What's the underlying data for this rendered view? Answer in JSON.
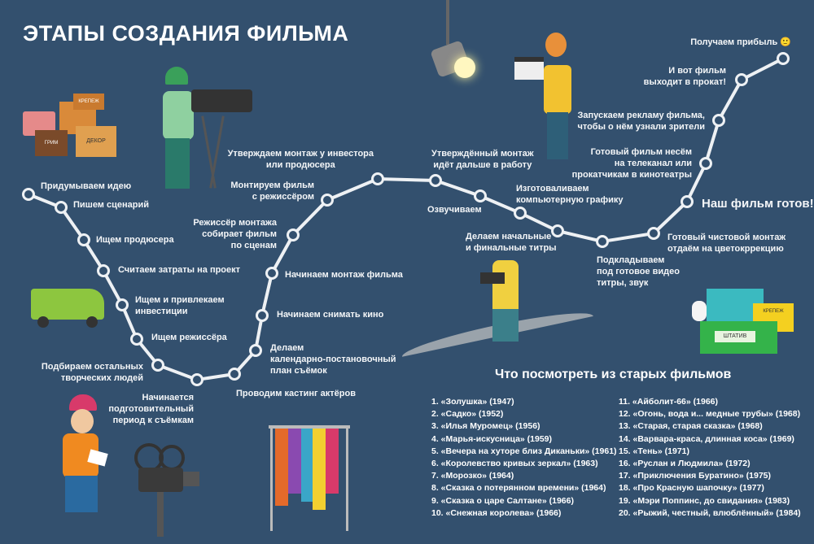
{
  "title": "ЭТАПЫ СОЗДАНИЯ ФИЛЬМА",
  "steps": [
    "Придумываем идею",
    "Пишем сценарий",
    "Ищем продюсера",
    "Считаем затраты на проект",
    "Ищем и привлекаем\nинвестиции",
    "Ищем режиссёра",
    "Подбираем остальных\nтворческих людей",
    "Начинается\nподготовительный\nпериод к съёмкам",
    "Проводим кастинг актёров",
    "Делаем\nкалендарно-постановочный\nплан съёмок",
    "Начинаем снимать кино",
    "Начинаем монтаж фильма",
    "Режиссёр монтажа\nсобирает фильм\nпо сценам",
    "Монтируем фильм\nс режиссёром",
    "Утверждаем монтаж у инвестора\nили продюсера",
    "Утверждённый монтаж\nидёт дальше в работу",
    "Озвучиваем",
    "Делаем  начальные\nи финальные титры",
    "Изготоваливаем\nкомпьютерную графику",
    "Подкладываем\nпод готовое видео\nтитры, звук",
    "Готовый чистовой монтаж\nотдаём на цветокррекцию",
    "Наш фильм готов!",
    "Готовый фильм несём\nна телеканал или\nпрокатчикам в кинотеатры",
    "Запускаем рекламу фильма,\nчтобы о нём  узнали зрители",
    "И вот фильм\nвыходит в прокат!",
    "Получаем прибыль 🙂"
  ],
  "illustration_text": {
    "box1": "КРЕПЕЖ",
    "box2": "ДЕКОР",
    "box3": "ГРИМ",
    "box_green": "ШТАТИВ",
    "box_yellow": "КРЕПЕЖ"
  },
  "films": {
    "title": "Что посмотреть из старых фильмов",
    "col1": [
      "1. «Золушка» (1947)",
      "2. «Садко» (1952)",
      "3. «Илья Муромец» (1956)",
      "4. «Марья-искусница» (1959)",
      "5. «Вечера на хуторе близ Диканьки» (1961)",
      "6. «Королевство кривых зеркал» (1963)",
      "7. «Морозко» (1964)",
      "8. «Сказка о потерянном времени» (1964)",
      "9. «Сказка о царе Салтане» (1966)",
      "10. «Снежная королева» (1966)"
    ],
    "col2": [
      "11. «Айболит-66» (1966)",
      "12. «Огонь, вода и... медные трубы» (1968)",
      "13. «Старая, старая сказка» (1968)",
      "14. «Варвара-краса, длинная коса» (1969)",
      "15. «Тень» (1971)",
      "16. «Руслан и Людмила» (1972)",
      "17. «Приключения Буратино» (1975)",
      "18. «Про Красную шапочку» (1977)",
      "19. «Мэри Поппинс, до свидания» (1983)",
      "20. «Рыжий, честный, влюблённый» (1984)"
    ]
  },
  "colors": {
    "background": "#33506e",
    "path": "#eef1f4"
  }
}
